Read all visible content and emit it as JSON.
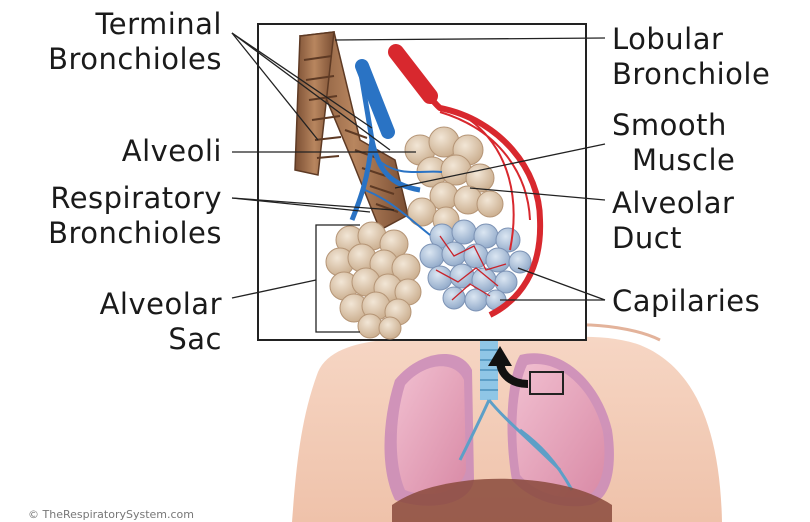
{
  "labels": {
    "terminal_bronchioles": [
      "Terminal",
      "Bronchioles"
    ],
    "alveoli": "Alveoli",
    "respiratory_bronchioles": [
      "Respiratory",
      "Bronchioles"
    ],
    "alveolar_sac": [
      "Alveolar",
      "Sac"
    ],
    "lobular_bronchiole": [
      "Lobular",
      "Bronchiole"
    ],
    "smooth_muscle": [
      "Smooth",
      "Muscle"
    ],
    "alveolar_duct": [
      "Alveolar",
      "Duct"
    ],
    "capilaries": "Capilaries"
  },
  "copyright": "© TheRespiratorySystem.com",
  "colors": {
    "artery": "#d8282e",
    "vein": "#2a73c4",
    "alveolus": "#d9c2a6",
    "bronchiole": "#9c6b4a",
    "skin": "#f4cdb8",
    "lung": "#e8a9c0"
  }
}
